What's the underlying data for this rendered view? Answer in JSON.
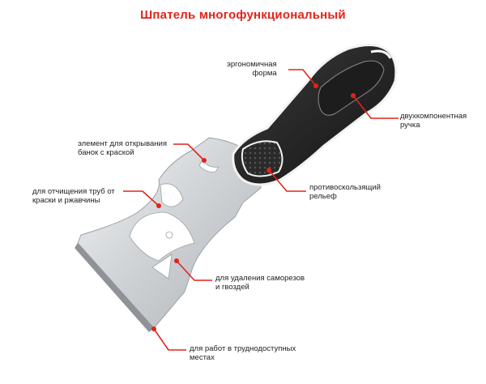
{
  "title": "Шпатель многофункциональный",
  "labels": {
    "ergonomic": [
      "эргономичная",
      "форма"
    ],
    "two_component": [
      "двухкомпонентная",
      "ручка"
    ],
    "can_opener": [
      "элемент для открывания",
      "банок с краской"
    ],
    "pipe_cleaning": [
      "для отчищения труб от",
      "краски и ржавчины"
    ],
    "anti_slip": [
      "противоскользящий",
      "рельеф"
    ],
    "screw_removal": [
      "для удаления саморезов",
      "и гвоздей"
    ],
    "hard_reach": [
      "для работ в труднодоступных",
      "местах"
    ]
  },
  "colors": {
    "accent": "#e2231a",
    "handle": "#222222",
    "blade": "#c9ccce"
  }
}
